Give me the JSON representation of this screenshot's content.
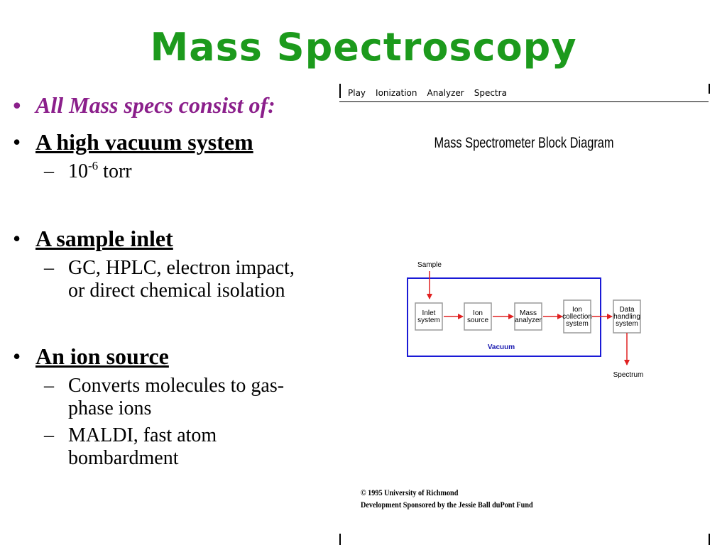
{
  "slide": {
    "title": "Mass Spectroscopy",
    "bullets": {
      "intro": "All Mass specs consist of:",
      "vacuum": {
        "heading": "A high vacuum system",
        "sub_base": "10",
        "sub_exp": "-6",
        "sub_unit": " torr"
      },
      "inlet": {
        "heading": "A sample inlet",
        "sub1_line1": "GC, HPLC, electron impact,",
        "sub1_line2": "or direct chemical isolation"
      },
      "source": {
        "heading": "An ion source",
        "sub1_line1": "Converts molecules to gas-",
        "sub1_line2": "phase ions",
        "sub2_line1": "MALDI, fast atom",
        "sub2_line2": "bombardment"
      }
    }
  },
  "panel": {
    "menu": [
      "Play",
      "Ionization",
      "Analyzer",
      "Spectra"
    ],
    "diagram_title": "Mass Spectrometer Block Diagram",
    "diagram": {
      "input_label": "Sample",
      "output_label": "Spectrum",
      "vacuum_label": "Vacuum",
      "blocks": [
        {
          "id": "inlet",
          "lines": [
            "Inlet",
            "system"
          ]
        },
        {
          "id": "ion-source",
          "lines": [
            "Ion",
            "source"
          ]
        },
        {
          "id": "mass-analyzer",
          "lines": [
            "Mass",
            "analyzer"
          ]
        },
        {
          "id": "ion-collection",
          "lines": [
            "Ion",
            "collection",
            "system"
          ]
        },
        {
          "id": "data-handling",
          "lines": [
            "Data",
            "handling",
            "system"
          ]
        }
      ]
    },
    "copyright_line1": "© 1995 University of Richmond",
    "copyright_line2": "Development Sponsored by the Jessie Ball duPont Fund"
  },
  "colors": {
    "title": "#1c9a1c",
    "intro": "#8b1f8b",
    "vacuum_box": "#1a1ad6",
    "arrow": "#e02020",
    "block_border": "#9a9a9a"
  }
}
